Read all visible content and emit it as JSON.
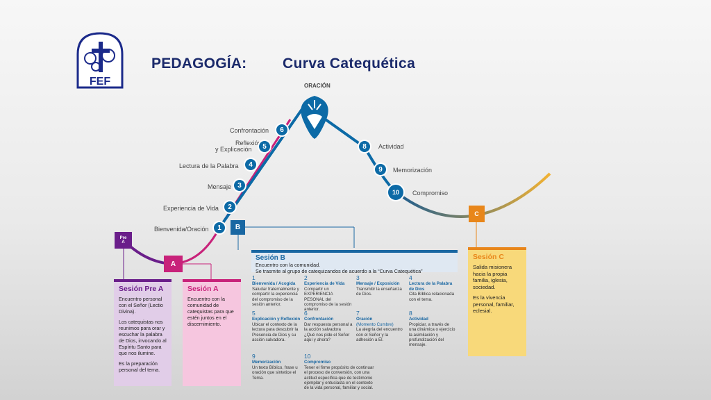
{
  "header": {
    "title_main": "PEDAGOGÍA:",
    "title_sub": "Curva   Catequética",
    "logo_text": "FEF"
  },
  "curve": {
    "top_label": "ORACIÓN",
    "steps": [
      {
        "n": "1",
        "label": "Bienvenida/Oración"
      },
      {
        "n": "2",
        "label": "Experiencia de Vida"
      },
      {
        "n": "3",
        "label": "Mensaje"
      },
      {
        "n": "4",
        "label": "Lectura de la Palabra"
      },
      {
        "n": "5",
        "label_1": "Reflexión",
        "label_2": "y Explicación"
      },
      {
        "n": "6",
        "label": "Confrontación"
      },
      {
        "n": "8",
        "label": "Actividad"
      },
      {
        "n": "9",
        "label": "Memorización"
      },
      {
        "n": "10",
        "label": "Compromiso"
      }
    ],
    "markers": {
      "pre_a_1": "Pre",
      "pre_a_2": "A",
      "a": "A",
      "b": "B",
      "c": "C"
    },
    "colors": {
      "blue": "#0c6aa6",
      "purple": "#6a1e8a",
      "magenta": "#c8227a",
      "orange": "#e8861a",
      "yellow": "#f2b233"
    }
  },
  "sessions": {
    "pre_a": {
      "title": "Sesión Pre A",
      "p1": "Encuentro personal con el Señor (Lectio Divina).",
      "p2": "Los catequistas nos reunimos para orar y escuchar la palabra de Dios, invocando al Espíritu Santo para que nos ilumine.",
      "p3": "Es la preparación personal del tema."
    },
    "a": {
      "title": "Sesión A",
      "p1": "Encuentro con la comunidad de catequistas para que estén juntos en el discernimiento."
    },
    "b": {
      "title": "Sesión B",
      "line1": "Encuentro con la comunidad.",
      "line2": "Se trasmite al grupo de catequizandos de acuerdo a la “Curva Catequética”",
      "cells": [
        {
          "n": "1",
          "t": "Bienvenida / Acogida",
          "d": "Saludar fraternalmente y compartir la experiencia del compromiso de la sesión anterior."
        },
        {
          "n": "2",
          "t": "Experiencia de Vida",
          "d": "Compartir un EXPERIENCIA PESONAL del compromiso de la sesión anterior."
        },
        {
          "n": "3",
          "t": "Mensaje / Exposición",
          "d": "Transmitir la enseñanza de Dios."
        },
        {
          "n": "4",
          "t": "Lectura de la Palabra de Dios",
          "d": "Cita Bíblica relacionada con el tema."
        },
        {
          "n": "5",
          "t": "Explicación y Reflexión",
          "d": "Ubicar el contexto de la lectura para descubrir la Presencia de Dios y su acción salvadora."
        },
        {
          "n": "6",
          "t": "Confrontación",
          "d": "Dar respuesta personal a la acción salvadora ¿Qué nos pide el Señor aquí y ahora?"
        },
        {
          "n": "7",
          "t": "Oración",
          "s": "(Momento Cumbre)",
          "d": "La alegría del encuentro con el Señor y la adhesión a Él."
        },
        {
          "n": "8",
          "t": "Actividad",
          "d": "Propiciar, a través de una dinámica o ejercicio la asimilación y profundización del mensaje."
        },
        {
          "n": "9",
          "t": "Memorización",
          "d": "Un texto Bíblico, frase u oración que sintetice el Tema."
        },
        {
          "n": "10",
          "t": "Compromiso",
          "d": "Tener el firme propósito de continuar el proceso de conversión, con una actitud específica que de testimonio ejemplar y entusiasta en el contexto de la vida personal, familiar y social."
        }
      ]
    },
    "c": {
      "title": "Sesión C",
      "p1": "Salida misionera hacia la propia familia, iglesia, sociedad.",
      "p2": "Es la vivencia personal, familiar, eclesial."
    }
  }
}
